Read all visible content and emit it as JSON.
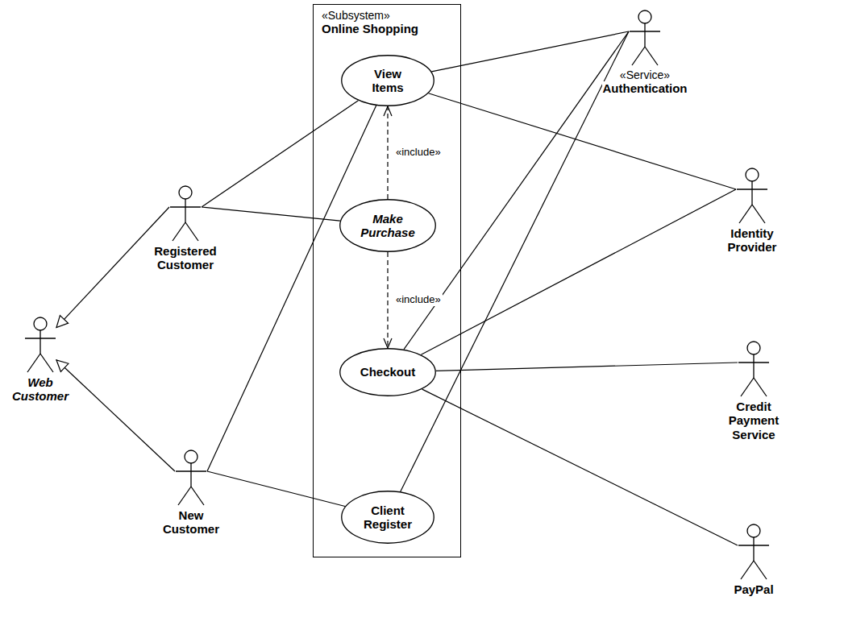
{
  "diagram": {
    "nodes": [
      {
        "text": [
          "«Subsystem»",
          "Online Shopping"
        ]
      },
      {
        "text": [
          "View Items"
        ],
        "in": 0
      },
      {
        "text": [
          "Make Purchase"
        ],
        "in": 0
      },
      {
        "text": [
          "Checkout"
        ],
        "in": 0
      },
      {
        "text": [
          "Client Register"
        ],
        "in": 0
      },
      {
        "text": [
          "Registered Customer"
        ]
      },
      {
        "text": [
          "Web Customer"
        ]
      },
      {
        "text": [
          "New Customer"
        ]
      },
      {
        "text": [
          "«Service»",
          "Authentication"
        ]
      },
      {
        "text": [
          "Identity Provider"
        ]
      },
      {
        "text": [
          "Credit Payment Service"
        ]
      },
      {
        "text": [
          "PayPal"
        ]
      }
    ],
    "edges": [
      {
        "from": 5,
        "to": 6,
        "arrow": "to"
      },
      {
        "from": 7,
        "to": 6,
        "arrow": "to"
      },
      {
        "from": 2,
        "to": 1,
        "label": "«include»",
        "arrow": "to"
      },
      {
        "from": 2,
        "to": 3,
        "label": "«include»",
        "arrow": "to"
      },
      {
        "from": 5,
        "to": 1,
        "arrow": "none"
      },
      {
        "from": 5,
        "to": 2,
        "arrow": "none"
      },
      {
        "from": 7,
        "to": 1,
        "arrow": "none"
      },
      {
        "from": 7,
        "to": 4,
        "arrow": "none"
      },
      {
        "from": 1,
        "to": 8,
        "arrow": "none"
      },
      {
        "from": 1,
        "to": 9,
        "arrow": "none"
      },
      {
        "from": 3,
        "to": 8,
        "arrow": "none"
      },
      {
        "from": 3,
        "to": 9,
        "arrow": "none"
      },
      {
        "from": 3,
        "to": 10,
        "arrow": "none"
      },
      {
        "from": 3,
        "to": 11,
        "arrow": "none"
      },
      {
        "from": 4,
        "to": 8,
        "arrow": "none"
      }
    ]
  }
}
